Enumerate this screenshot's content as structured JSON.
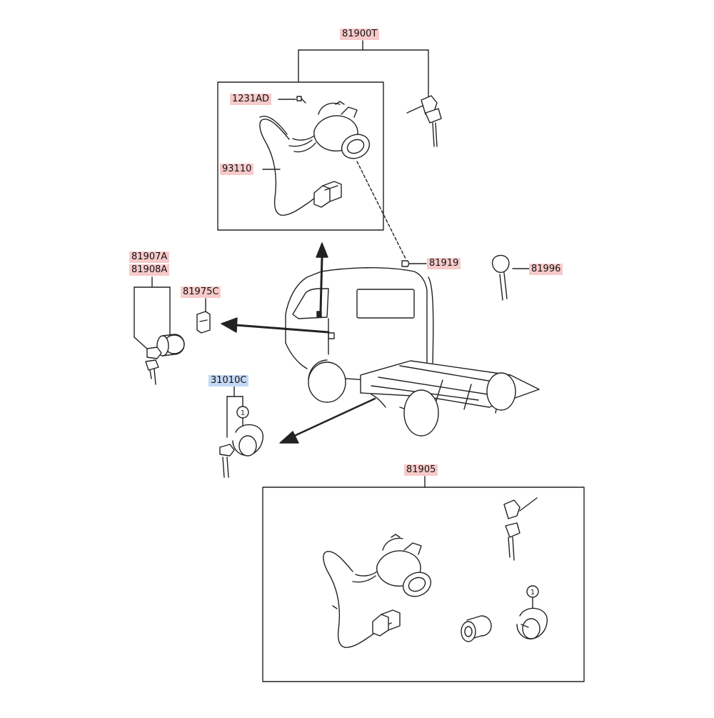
{
  "diagram": {
    "colors": {
      "part_label_highlight": "#f7caca",
      "selected_label_highlight": "#c4d9f5",
      "line": "#222222"
    },
    "labels": {
      "assembly_top": "81900T",
      "bolt": "1231AD",
      "wiring_harness": "93110",
      "pin": "81919",
      "blank_key": "81996",
      "door_lock_a": "81907A",
      "door_lock_b": "81908A",
      "clip": "81975C",
      "fuel_cap": "31010C",
      "lock_set": "81905"
    },
    "callout_marker": "1"
  }
}
